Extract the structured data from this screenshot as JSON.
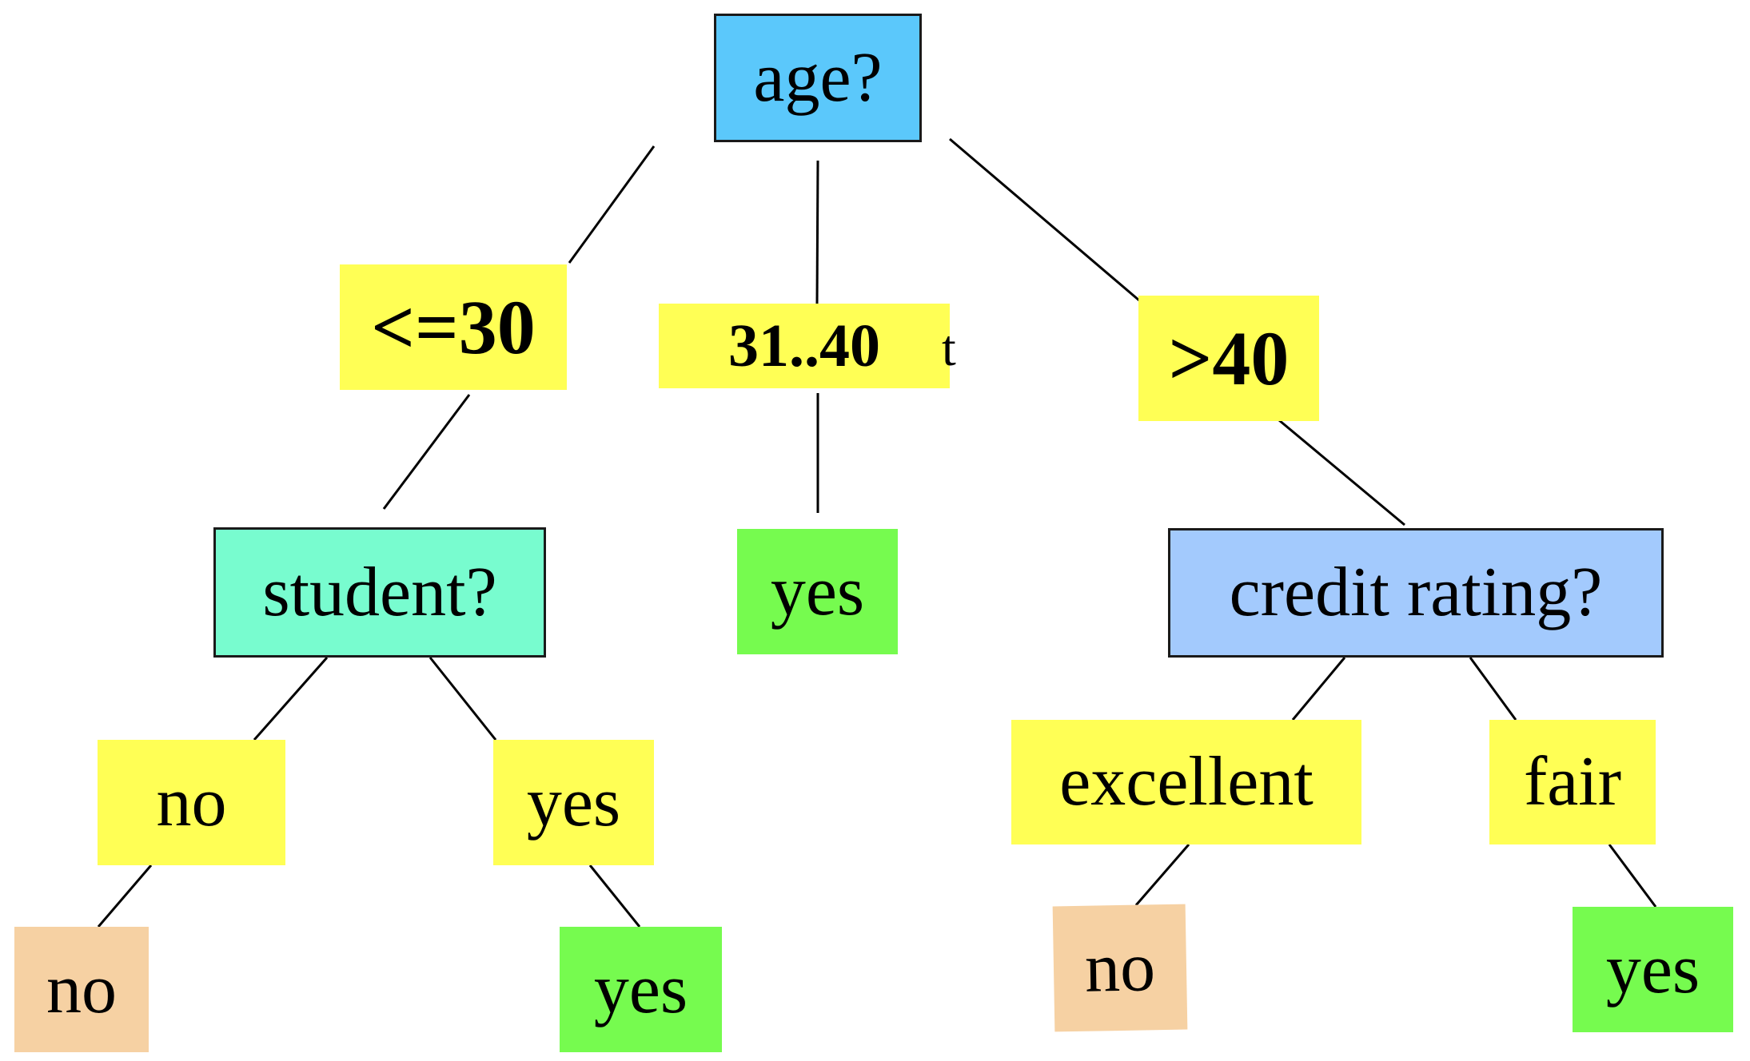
{
  "colors": {
    "age_node": "#5bc8fb",
    "student_node": "#78fccf",
    "credit_node": "#a3cafd",
    "branch_label": "#ffff55",
    "leaf_yes": "#76fb4f",
    "leaf_no": "#f6d1a3",
    "edge": "#000000"
  },
  "tree": {
    "root": {
      "question": "age?",
      "branches": {
        "le30": "<=30",
        "b31_40": "31..40",
        "gt40": ">40"
      }
    },
    "student": {
      "question": "student?",
      "branches": {
        "no": "no",
        "yes": "yes"
      },
      "leaves": {
        "no": "no",
        "yes": "yes"
      }
    },
    "middle_leaf": "yes",
    "credit": {
      "question": "credit rating?",
      "branches": {
        "excellent": "excellent",
        "fair": "fair"
      },
      "leaves": {
        "excellent": "no",
        "fair": "yes"
      }
    },
    "stray_mark": "t"
  }
}
